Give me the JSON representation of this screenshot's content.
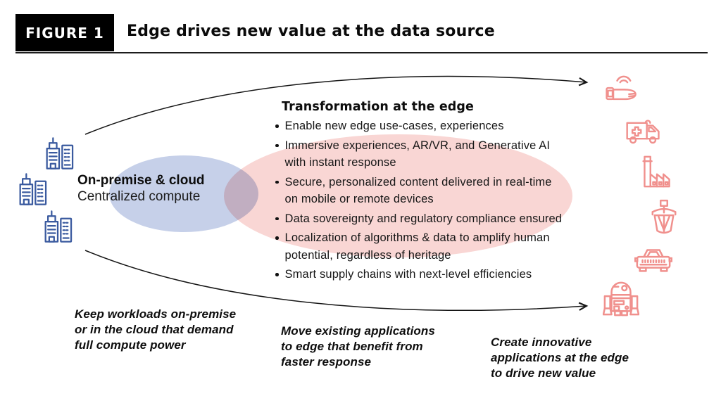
{
  "figure": {
    "label": "FIGURE 1",
    "title": "Edge drives new value at the data source"
  },
  "left": {
    "heading": "On-premise & cloud",
    "subheading": "Centralized compute",
    "icons": [
      "city-buildings-icon",
      "city-buildings-icon",
      "city-buildings-icon"
    ]
  },
  "edge": {
    "heading": "Transformation at the edge",
    "bullets": [
      "Enable new edge use-cases, experiences",
      "Immersive experiences, AR/VR, and Generative AI\nwith instant response",
      "Secure, personalized content delivered in real-time\non mobile or remote devices",
      "Data sovereignty and regulatory compliance ensured",
      "Localization of algorithms & data to amplify human\npotential, regardless of heritage",
      "Smart supply chains with next-level efficiencies"
    ]
  },
  "right_icons": [
    "wearable-payment-icon",
    "ambulance-icon",
    "factory-icon",
    "ship-icon",
    "car-icon",
    "robot-icon"
  ],
  "captions": {
    "left": "Keep workloads on-premise\nor in the cloud that demand\nfull compute power",
    "middle": "Move existing applications\nto edge that benefit from\nfaster response",
    "right": "Create innovative\napplications at the edge\nto drive new value"
  },
  "colors": {
    "cloud_ellipse": "#c6d0e9",
    "edge_ellipse": "#f9d6d4",
    "onprem_icon": "#3a5a9f",
    "edge_icon": "#f0908d",
    "arrow": "#151515",
    "figure_box": "#000000"
  }
}
